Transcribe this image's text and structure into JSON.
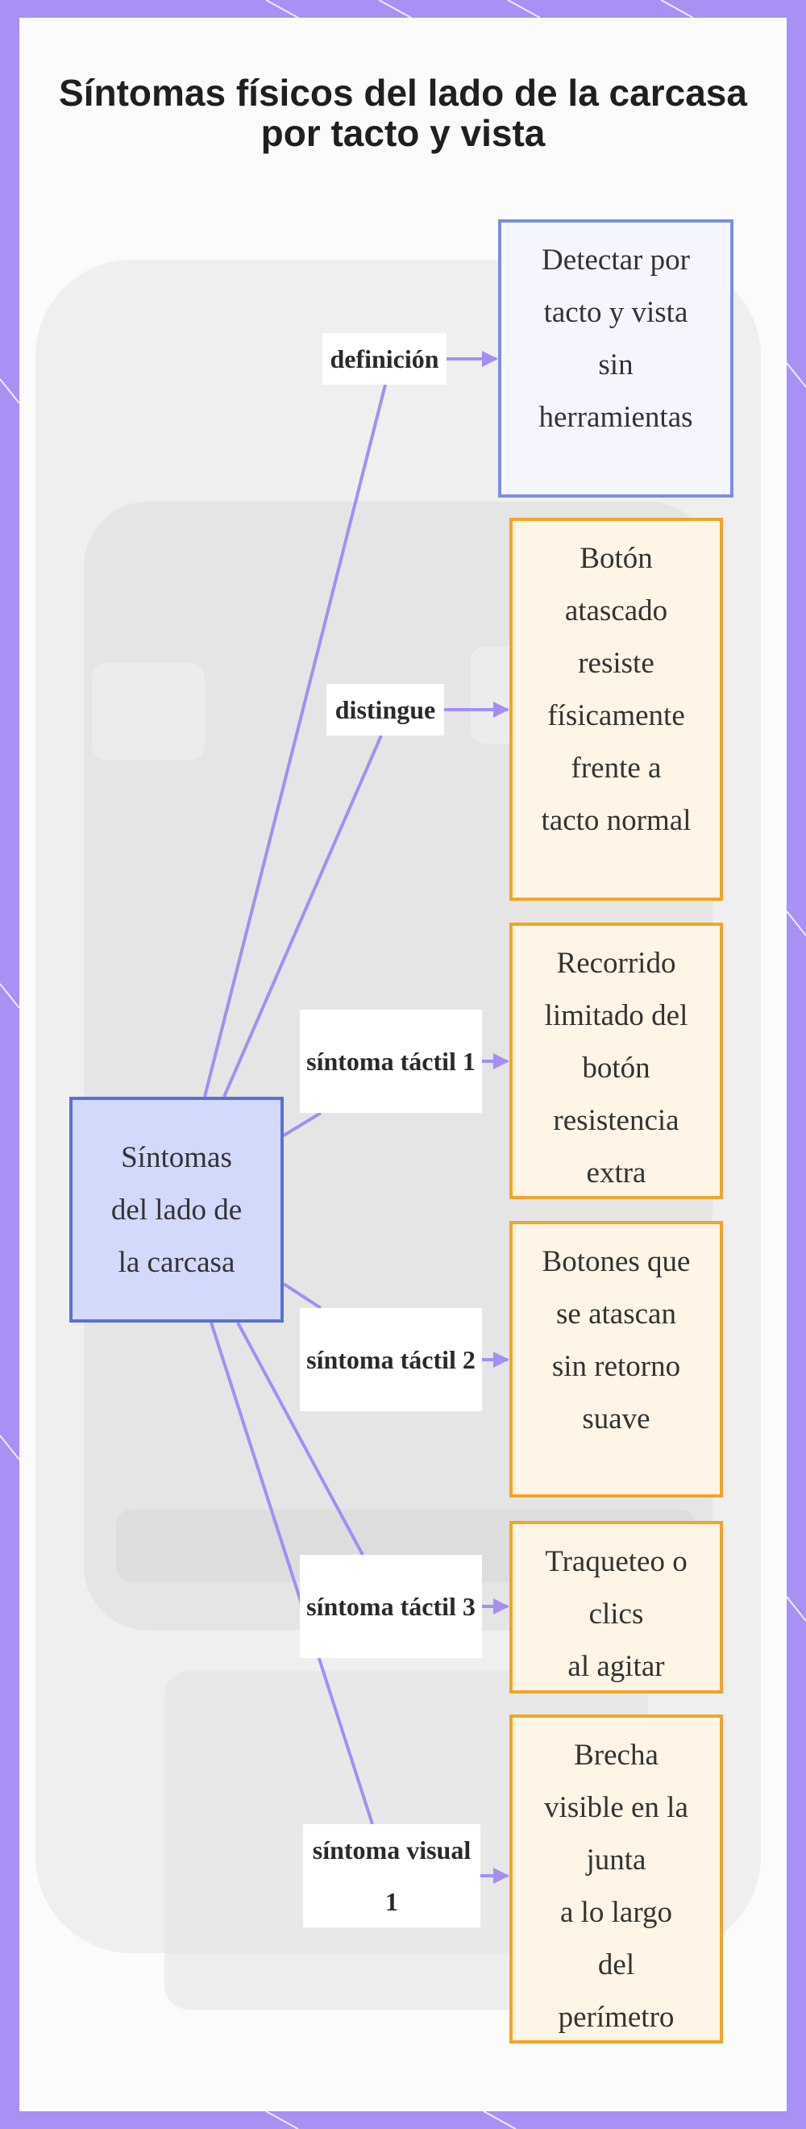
{
  "title": "Síntomas físicos del lado de la carcasa por tacto y vista",
  "colors": {
    "frame": "#a890f5",
    "edge": "#a48ef2",
    "root_fill": "#d3d9fb",
    "root_border": "#5a6fd5",
    "definition_fill": "#f5f6fd",
    "definition_border": "#7b8ee3",
    "symptom_fill": "#fff5e6",
    "symptom_border": "#f0a52a"
  },
  "root": {
    "text": "Síntomas\ndel lado de\nla carcasa"
  },
  "branches": [
    {
      "label": "definición",
      "text": "Detectar por\ntacto y vista\nsin\nherramientas"
    },
    {
      "label": "distingue",
      "text": "Botón\natascado\nresiste\nfísicamente\nfrente a\ntacto normal"
    },
    {
      "label": "síntoma táctil 1",
      "text": "Recorrido\nlimitado del\nbotón\nresistencia\nextra"
    },
    {
      "label": "síntoma táctil 2",
      "text": "Botones que\nse atascan\nsin retorno\nsuave"
    },
    {
      "label": "síntoma táctil 3",
      "text": "Traqueteo o\nclics\nal agitar"
    },
    {
      "label": "síntoma visual 1",
      "text": "Brecha\nvisible en la\njunta\na lo largo\ndel\nperímetro"
    }
  ]
}
